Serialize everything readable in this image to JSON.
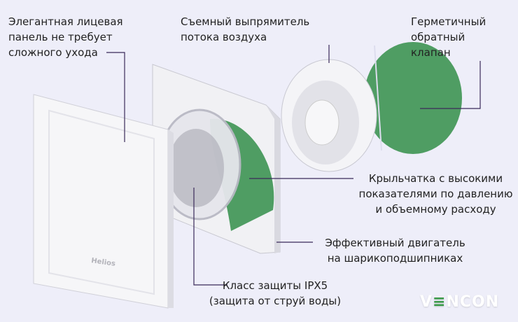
{
  "labels": {
    "panel": "Элегантная лицевая\nпанель не требует\nсложного ухода",
    "straightener": "Съемный выпрямитель\nпотока воздуха",
    "valve": "Герметичный\nобратный\nклапан",
    "impeller": "Крыльчатка с высокими\nпоказателями по давлению\nи объемному расходу",
    "motor": "Эффективный двигатель\nна шарикоподшипниках",
    "protection": "Класс защиты IPX5\n(защита от струй воды)"
  },
  "product_brand": "Helios",
  "watermark": {
    "prefix": "V",
    "rest": "NCON",
    "full": "VENCON"
  },
  "colors": {
    "background": "#eeeef9",
    "leader": "#3a2a5a",
    "accent_green": "#4e9e62"
  }
}
